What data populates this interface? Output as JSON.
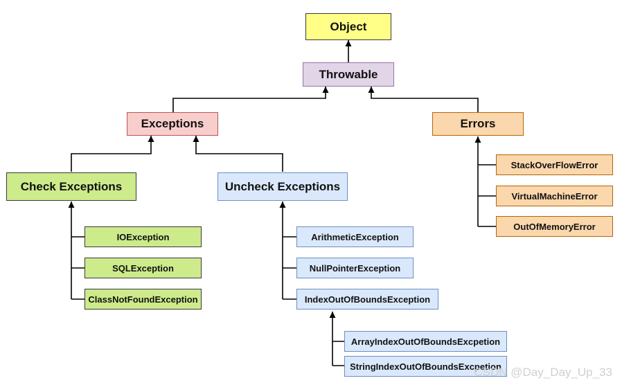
{
  "nodes": {
    "object": "Object",
    "throwable": "Throwable",
    "exceptions": "Exceptions",
    "errors": "Errors",
    "check_exceptions": "Check Exceptions",
    "uncheck_exceptions": "Uncheck Exceptions",
    "io_exception": "IOException",
    "sql_exception": "SQLException",
    "class_not_found_exception": "ClassNotFoundException",
    "arithmetic_exception": "ArithmeticException",
    "null_pointer_exception": "NullPointerException",
    "index_out_of_bounds_exception": "IndexOutOfBoundsException",
    "array_index_out_of_bounds_exception": "ArrayIndexOutOfBoundsExcpetion",
    "string_index_out_of_bounds_exception": "StringIndexOutOfBoundsExcpetion",
    "stack_overflow_error": "StackOverFlowError",
    "virtual_machine_error": "VirtualMachineError",
    "out_of_memory_error": "OutOfMemoryError"
  },
  "watermark": "CSDN @Day_Day_Up_33",
  "colors": {
    "object": "#ffff88",
    "throwable": "#e1d5e7",
    "exceptions": "#f8cecc",
    "errors": "#fad7ac",
    "check": "#cdeb8b",
    "uncheck": "#dae8fc",
    "connector": "#000000"
  }
}
